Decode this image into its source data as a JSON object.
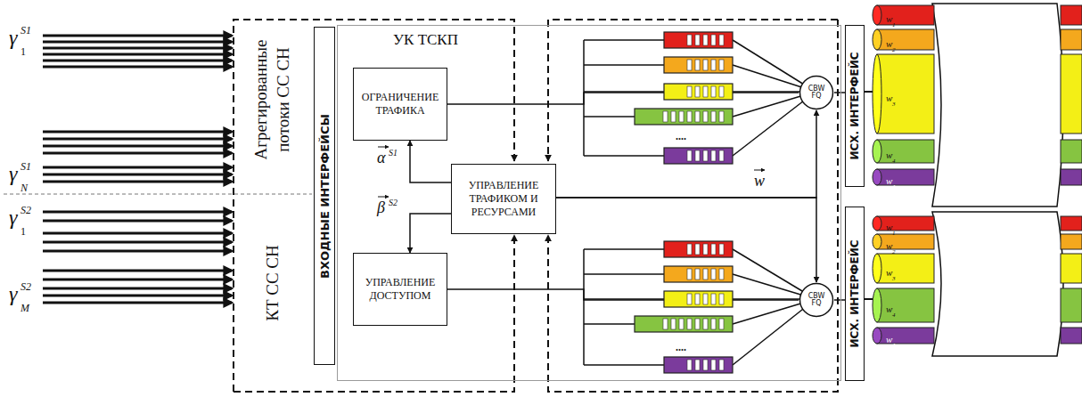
{
  "diagram": {
    "nodes": [
      {
        "text": [
          "ВХОДНЫЕ ИНТЕРФЕЙСЫ"
        ]
      },
      {
        "text": [
          "УК ТСКП"
        ]
      },
      {
        "text": [
          "ОГРАНИЧЕНИЕ ТРАФИКА"
        ],
        "in": 1
      },
      {
        "text": [
          "УПРАВЛЕНИЕ ТРАФИКОМ И РЕСУРСАМИ"
        ],
        "in": 1
      },
      {
        "text": [
          "УПРАВЛЕНИЕ ДОСТУПОМ"
        ],
        "in": 1
      },
      {
        "text": [
          "CBW FQ"
        ],
        "in": 1
      },
      {
        "text": [
          "CBW FQ"
        ],
        "in": 1
      },
      {
        "text": [
          "ИСХ. ИНТЕРФЕЙС"
        ]
      },
      {
        "text": [
          "ИСХ. ИНТЕРФЕЙС"
        ]
      }
    ],
    "edges": [
      {
        "from": 3,
        "to": 2,
        "arrow": "to"
      },
      {
        "from": 3,
        "to": 4,
        "arrow": "to"
      },
      {
        "from": 2,
        "to": 5,
        "arrow": "none"
      },
      {
        "from": 4,
        "to": 6,
        "arrow": "none"
      },
      {
        "from": 3,
        "to": 5,
        "arrow": "to"
      },
      {
        "from": 3,
        "to": 6,
        "arrow": "to"
      },
      {
        "from": 5,
        "to": 7,
        "arrow": "none"
      },
      {
        "from": 6,
        "to": 8,
        "arrow": "none"
      }
    ],
    "labels": [
      "Агрегированные потоки СС СН",
      "КТ СС СН",
      "γ",
      "1",
      "S1",
      "γ",
      "N",
      "S1",
      "γ",
      "1",
      "S2",
      "γ",
      "M",
      "S2",
      "α",
      "S1",
      "β",
      "S2",
      "w",
      "....",
      "....",
      "w",
      "1",
      "w",
      "2",
      "w",
      "3",
      "w",
      "4",
      "w",
      "J",
      "w",
      "1",
      "w",
      "2",
      "w",
      "3",
      "w",
      "4",
      "w",
      "J"
    ]
  }
}
